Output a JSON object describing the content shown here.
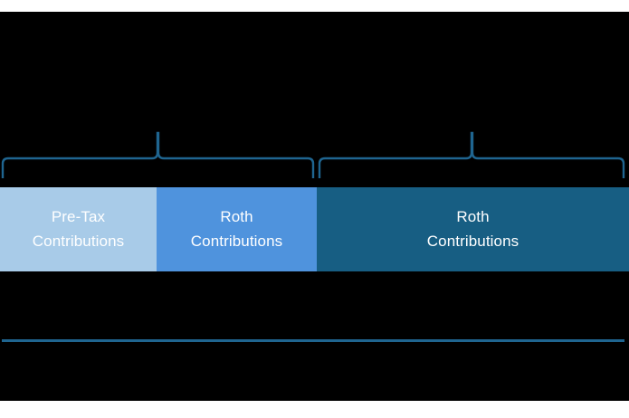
{
  "diagram": {
    "type": "stacked-segment-bar-with-brackets",
    "background_color": "#000000",
    "accent_color": "#1f6590",
    "brackets": [
      {
        "id": "left",
        "name": "bracket-left",
        "color": "#1f6590",
        "label": "",
        "spans_segments": [
          "pretax",
          "roth-primary"
        ]
      },
      {
        "id": "right",
        "name": "bracket-right",
        "color": "#1f6590",
        "label": "",
        "spans_segments": [
          "roth-extra"
        ]
      }
    ],
    "segments": [
      {
        "id": "pretax",
        "line1": "Pre-Tax",
        "line2": "Contributions",
        "color": "#a8cbe8",
        "text_color": "#ffffff"
      },
      {
        "id": "roth-primary",
        "line1": "Roth",
        "line2": "Contributions",
        "color": "#4f93dd",
        "text_color": "#ffffff"
      },
      {
        "id": "roth-extra",
        "line1": "Roth",
        "line2": "Contributions",
        "color": "#175e83",
        "text_color": "#ffffff"
      }
    ],
    "baseline_rule": {
      "name": "baseline-rule",
      "color": "#1f6590"
    }
  }
}
